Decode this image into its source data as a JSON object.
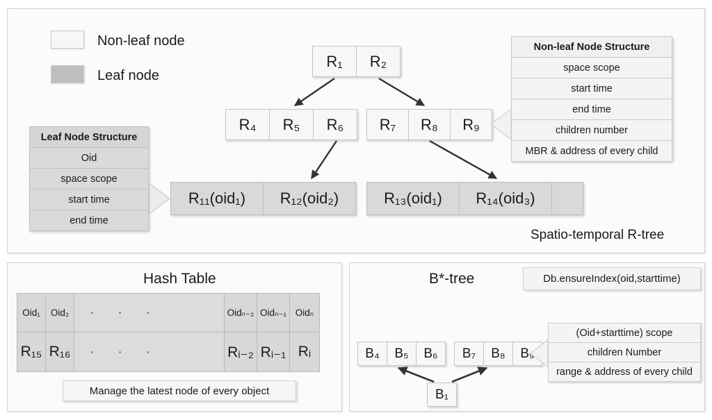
{
  "legend": {
    "items": [
      {
        "label": "Non-leaf node",
        "swatch": "#f7f7f7"
      },
      {
        "label": "Leaf node",
        "swatch": "#bfbfbf"
      }
    ]
  },
  "rtree": {
    "caption": "Spatio-temporal R-tree",
    "root": [
      "R₁",
      "R₂"
    ],
    "level2_left": [
      "R₄",
      "R₅",
      "R₆"
    ],
    "level2_right": [
      "R₇",
      "R₈",
      "R₉"
    ],
    "leaf_left": [
      "R₁₁(oid₁)",
      "R₁₂(oid₂)"
    ],
    "leaf_right": [
      "R₁₃(oid₁)",
      "R₁₄(oid₃)",
      ""
    ],
    "nonleaf_structure": {
      "title": "Non-leaf Node Structure",
      "rows": [
        "space scope",
        "start time",
        "end time",
        "children number",
        "MBR & address of every child"
      ]
    },
    "leaf_structure": {
      "title": "Leaf Node Structure",
      "rows": [
        "Oid",
        "space scope",
        "start time",
        "end time"
      ]
    }
  },
  "hash": {
    "title": "Hash Table",
    "oid_row": [
      "Oid₁",
      "Oid₂",
      "·  ·  ·",
      "Oidₙ₋₂",
      "Oidₙ₋₁",
      "Oidₙ"
    ],
    "node_row": [
      "R₁₅",
      "R₁₆",
      "·  ·  ·",
      "Rᵢ₋₂",
      "Rᵢ₋₁",
      "Rᵢ"
    ],
    "footer": "Manage the latest node of every object"
  },
  "btree": {
    "title": "B*-tree",
    "index_call": "Db.ensureIndex(oid,starttime)",
    "group_left": [
      "B₄",
      "B₅",
      "B₆"
    ],
    "group_right": [
      "B₇",
      "B₈",
      "B₉"
    ],
    "root": "B₁",
    "structure": {
      "rows": [
        "(Oid+starttime) scope",
        "children Number",
        "range & address of every child"
      ]
    }
  }
}
